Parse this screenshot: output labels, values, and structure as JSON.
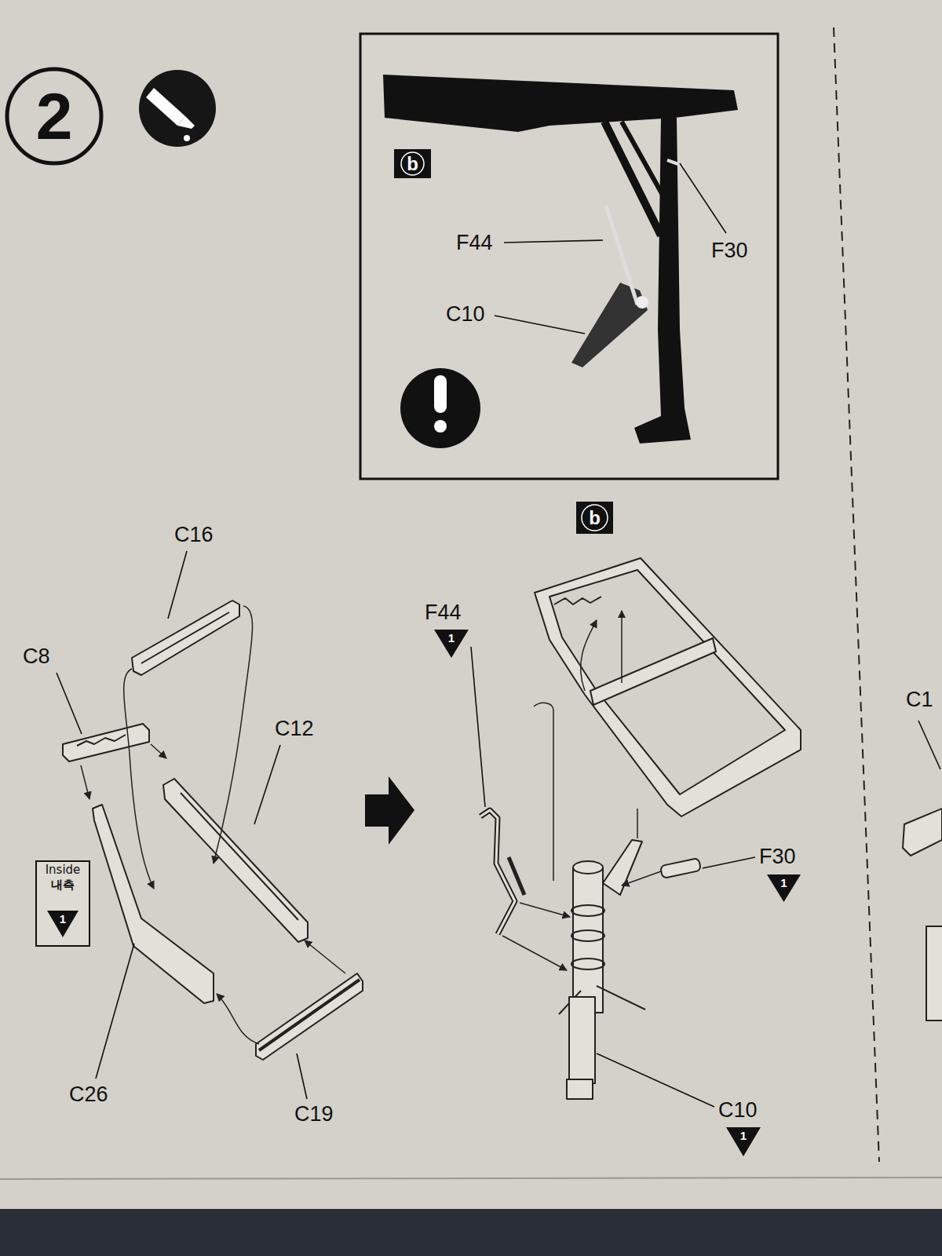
{
  "diagram": {
    "nodes": [
      {
        "text": [
          "2"
        ]
      },
      {
        "text": [
          "b"
        ]
      },
      {
        "text": [
          "b"
        ]
      },
      {
        "text": [
          "Inside",
          "내측"
        ]
      },
      {
        "text": [
          "1"
        ],
        "in": 3
      },
      {
        "text": [
          "1"
        ]
      },
      {
        "text": [
          "1"
        ]
      },
      {
        "text": [
          "1"
        ]
      }
    ],
    "labels": [
      "F44",
      "F30",
      "C10",
      "C16",
      "C8",
      "C12",
      "C26",
      "C19",
      "F44",
      "F30",
      "C10",
      "C1"
    ]
  }
}
